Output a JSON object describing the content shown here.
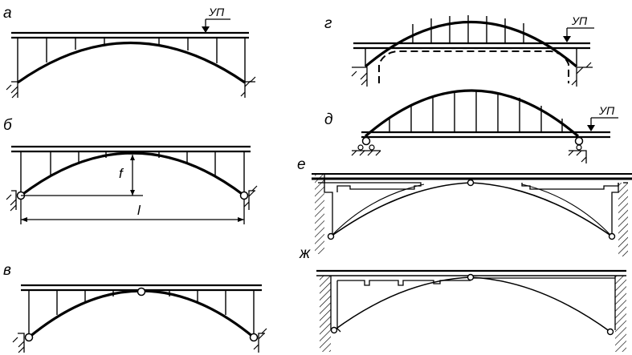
{
  "figures": {
    "a": {
      "label": "а",
      "level_label": "УП"
    },
    "b": {
      "label": "б",
      "rise_label": "f",
      "span_label": "l"
    },
    "v": {
      "label": "в"
    },
    "g": {
      "label": "г",
      "level_label": "УП"
    },
    "d": {
      "label": "д",
      "level_label": "УП"
    },
    "e": {
      "label": "е"
    },
    "zh": {
      "label": "ж"
    }
  }
}
